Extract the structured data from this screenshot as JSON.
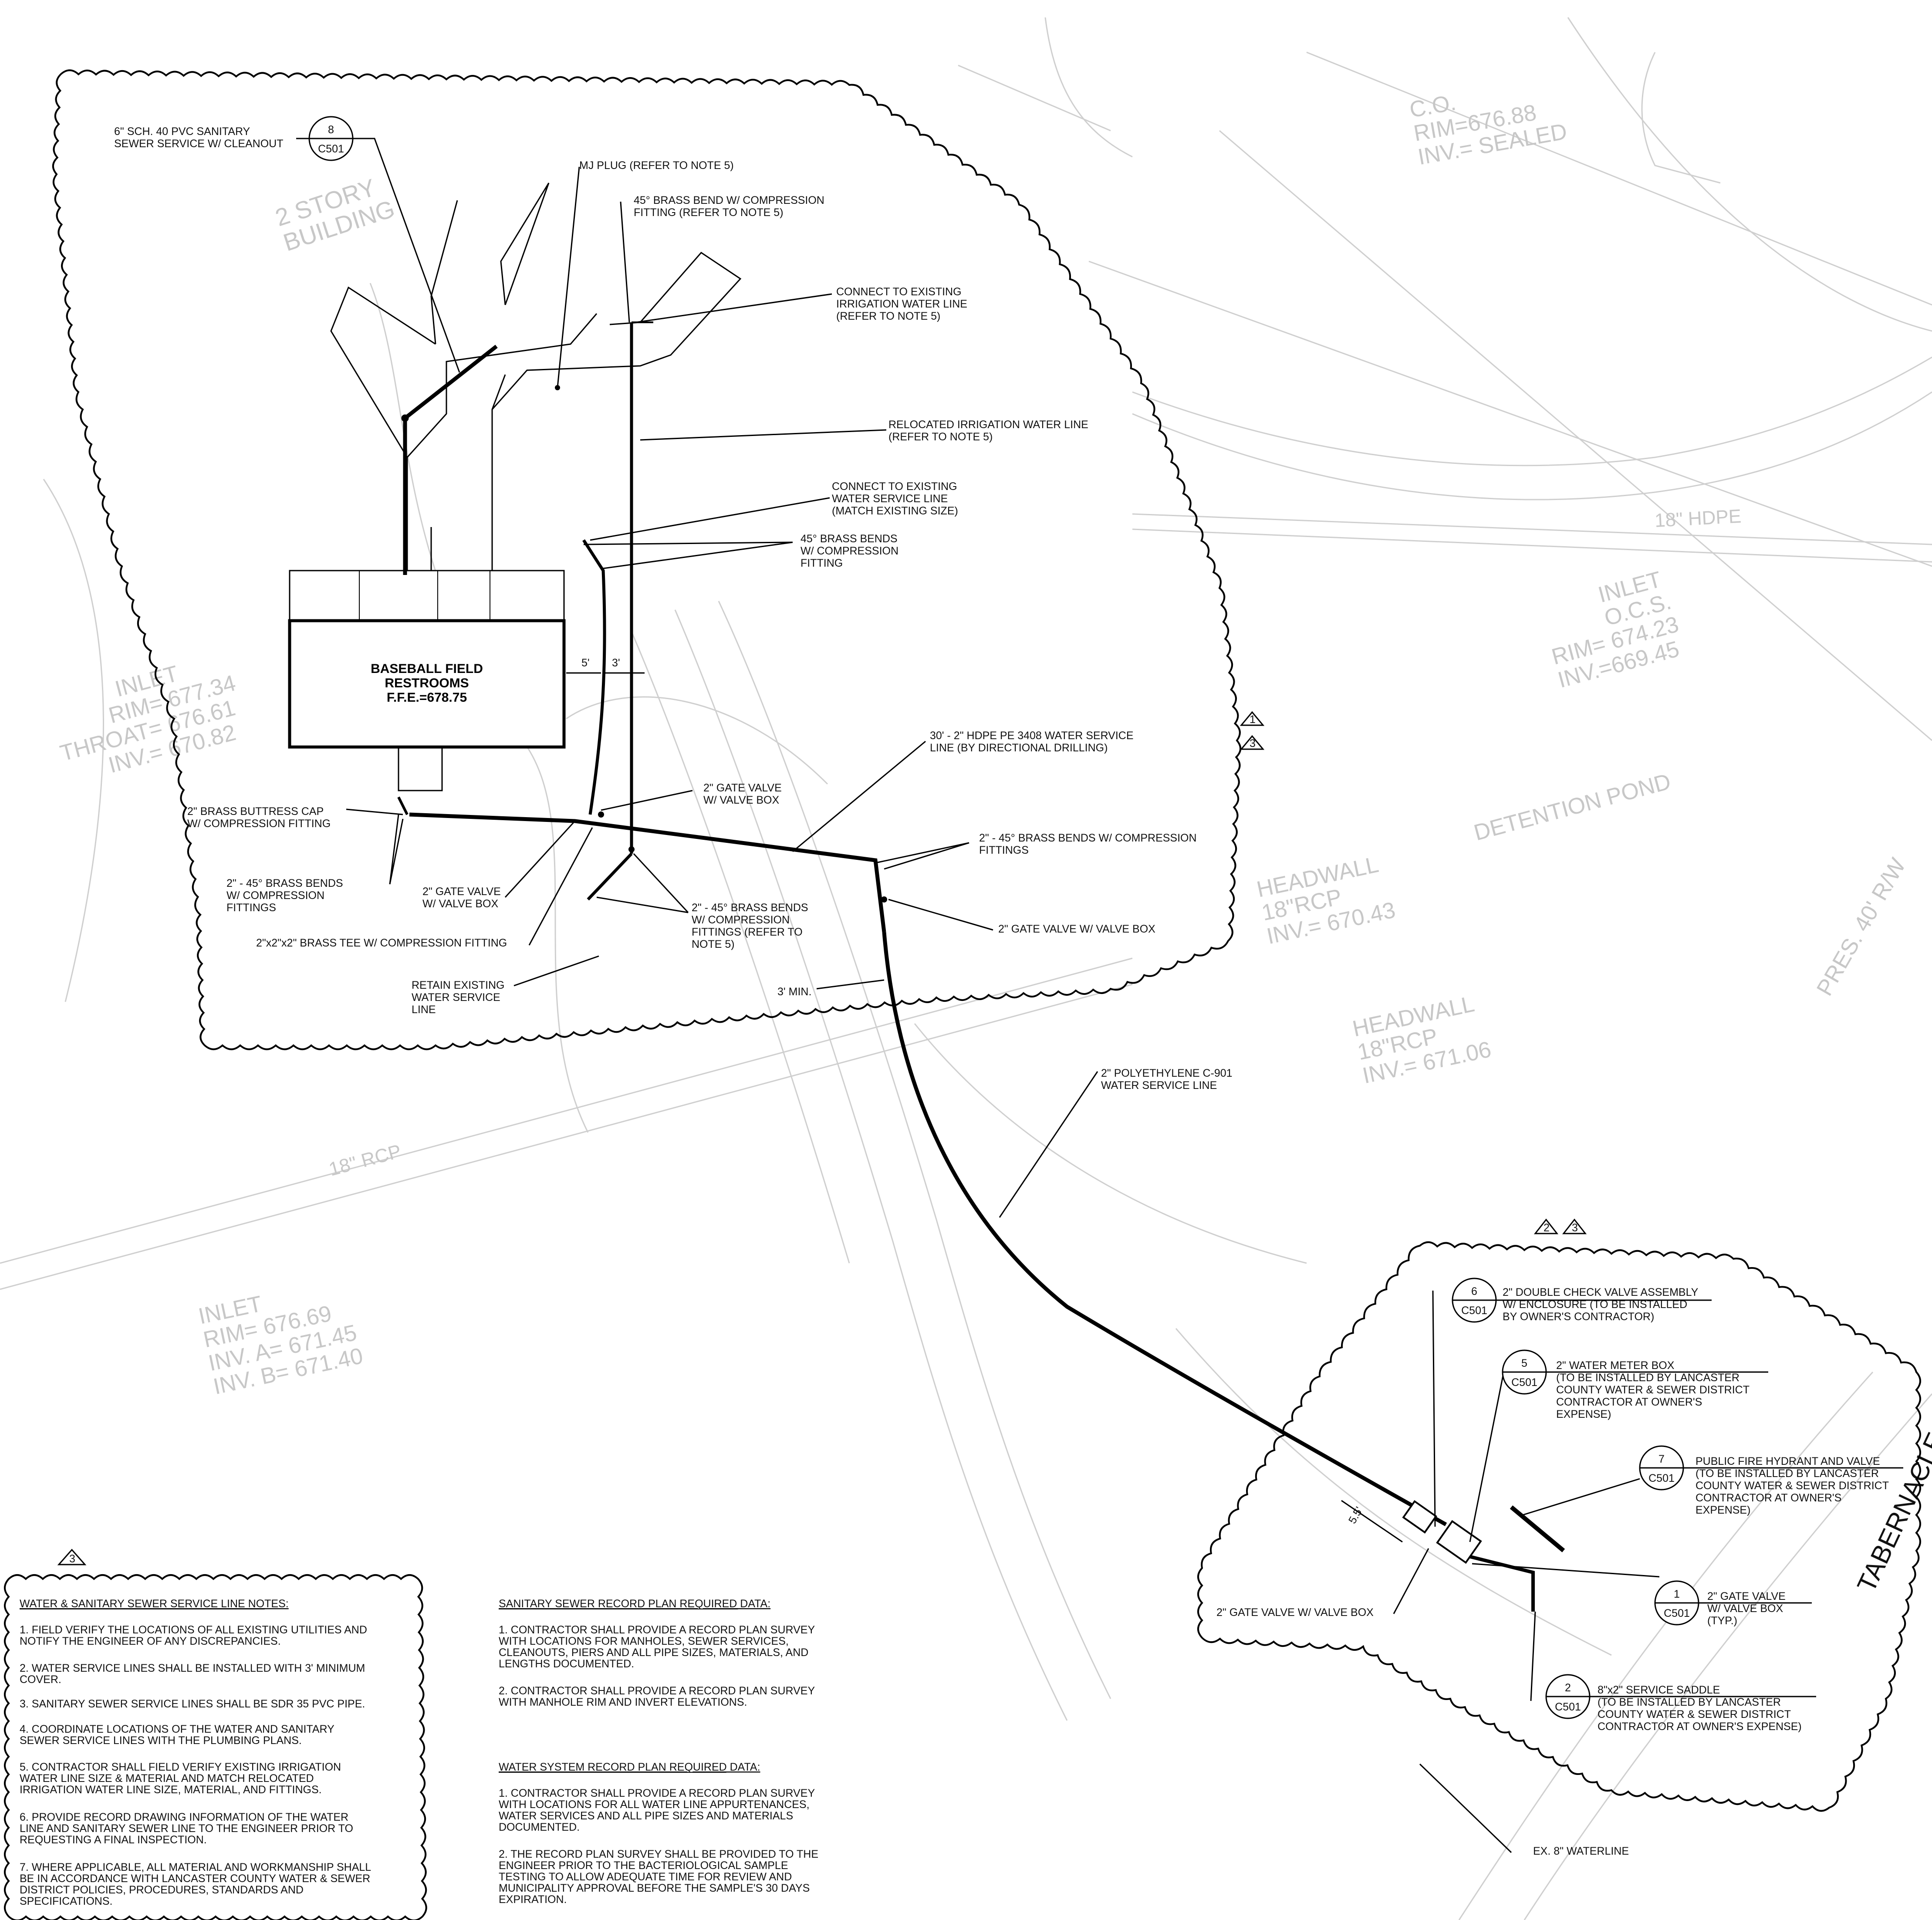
{
  "building": {
    "name": "BASEBALL FIELD",
    "name2": "RESTROOMS",
    "ffe": "F.F.E.=678.75"
  },
  "dimensions": {
    "d1": "5'",
    "d2": "3'",
    "min_cover": "3' MIN.",
    "offset": "5.5'"
  },
  "revision_marks": {
    "r1": "1",
    "r2": "2",
    "r3": "3"
  },
  "callouts": {
    "sewer_service": [
      "6\" SCH. 40 PVC SANITARY",
      "SEWER SERVICE W/ CLEANOUT"
    ],
    "mj_plug": [
      "MJ PLUG (REFER TO NOTE 5)"
    ],
    "brass_bend_comp": [
      "45° BRASS BEND W/ COMPRESSION",
      "FITTING (REFER TO NOTE 5)"
    ],
    "connect_irrigation": [
      "CONNECT TO EXISTING",
      "IRRIGATION WATER LINE",
      "(REFER TO NOTE 5)"
    ],
    "relocated_irrigation": [
      "RELOCATED IRRIGATION WATER LINE",
      "(REFER TO NOTE 5)"
    ],
    "connect_water": [
      "CONNECT TO EXISTING",
      "WATER SERVICE LINE",
      "(MATCH EXISTING SIZE)"
    ],
    "brass_bends_45": [
      "45° BRASS BENDS",
      "W/ COMPRESSION",
      "FITTING"
    ],
    "hdpe_line": [
      "30' - 2\" HDPE PE 3408 WATER SERVICE",
      "LINE (BY DIRECTIONAL DRILLING)"
    ],
    "gate_valve_box_a": [
      "2\" GATE VALVE",
      "W/ VALVE BOX"
    ],
    "buttress_cap": [
      "2\" BRASS BUTTRESS CAP",
      "W/ COMPRESSION FITTING"
    ],
    "bends_left": [
      "2\" - 45° BRASS BENDS",
      "W/ COMPRESSION",
      "FITTINGS"
    ],
    "gate_valve_box_b": [
      "2\" GATE VALVE",
      "W/ VALVE BOX"
    ],
    "brass_tee": [
      "2\"x2\"x2\" BRASS TEE W/ COMPRESSION FITTING"
    ],
    "bends_note5": [
      "2\" - 45° BRASS BENDS",
      "W/ COMPRESSION",
      "FITTINGS (REFER TO",
      "NOTE 5)"
    ],
    "bends_right": [
      "2\" - 45° BRASS BENDS W/ COMPRESSION",
      "FITTINGS"
    ],
    "gate_valve_right": [
      "2\" GATE VALVE W/ VALVE BOX"
    ],
    "retain_existing": [
      "RETAIN EXISTING",
      "WATER SERVICE",
      "LINE"
    ],
    "polyethylene": [
      "2\" POLYETHYLENE C-901",
      "WATER SERVICE LINE"
    ],
    "double_check": [
      "2\" DOUBLE CHECK VALVE ASSEMBLY",
      "W/ ENCLOSURE (TO BE INSTALLED",
      "BY OWNER'S CONTRACTOR)"
    ],
    "water_meter": [
      "2\" WATER METER BOX",
      "(TO BE INSTALLED BY LANCASTER",
      "COUNTY WATER & SEWER DISTRICT",
      "CONTRACTOR AT OWNER'S",
      "EXPENSE)"
    ],
    "fire_hydrant": [
      "PUBLIC FIRE HYDRANT AND VALVE",
      "(TO BE INSTALLED BY LANCASTER",
      "COUNTY WATER & SEWER DISTRICT",
      "CONTRACTOR AT OWNER'S",
      "EXPENSE)"
    ],
    "gate_valve_typ": [
      "2\" GATE VALVE",
      "W/ VALVE BOX",
      "(TYP.)"
    ],
    "service_saddle": [
      "8\"x2\" SERVICE SADDLE",
      "(TO BE INSTALLED BY LANCASTER",
      "COUNTY WATER & SEWER DISTRICT",
      "CONTRACTOR AT OWNER'S EXPENSE)"
    ],
    "gate_valve_bottom": [
      "2\" GATE VALVE W/ VALVE BOX"
    ],
    "ex_waterline": [
      "EX. 8\" WATERLINE"
    ]
  },
  "detail_tags": {
    "sheet": "C501",
    "t8": "8",
    "t6": "6",
    "t5": "5",
    "t7": "7",
    "t1": "1",
    "t2": "2"
  },
  "background_labels": {
    "story_building": [
      "2 STORY",
      "BUILDING"
    ],
    "co": [
      "C.O.",
      "RIM=676.88",
      "INV.= SEALED"
    ],
    "inlet_ocs": [
      "INLET",
      "O.C.S.",
      "RIM= 674.23",
      "INV.=669.45"
    ],
    "detention_pond": "DETENTION POND",
    "headwall_1": [
      "HEADWALL",
      "18\"RCP",
      "INV.= 670.43"
    ],
    "headwall_2": [
      "HEADWALL",
      "18\"RCP",
      "INV.= 671.06"
    ],
    "inlet_left": [
      "INLET",
      "RIM= 677.34",
      "THROAT= 676.61",
      "INV.= 670.82"
    ],
    "inlet_bottom": [
      "INLET",
      "RIM= 676.69",
      "INV. A= 671.45",
      "INV. B= 671.40"
    ],
    "hdpe_18": "18\" HDPE",
    "rcp_18": "18\" RCP",
    "pres_rw": "PRES. 40' R/W",
    "tabernacle": "TABERNACLE"
  },
  "notes": {
    "title": "WATER & SANITARY SEWER SERVICE LINE NOTES:",
    "n1": [
      "1. FIELD VERIFY THE LOCATIONS OF ALL EXISTING UTILITIES AND",
      "NOTIFY THE ENGINEER OF ANY DISCREPANCIES."
    ],
    "n2": [
      "2. WATER SERVICE LINES SHALL BE INSTALLED WITH 3' MINIMUM",
      "COVER."
    ],
    "n3": [
      "3. SANITARY SEWER SERVICE LINES SHALL BE SDR 35 PVC PIPE."
    ],
    "n4": [
      "4. COORDINATE LOCATIONS OF THE WATER AND SANITARY",
      "SEWER SERVICE LINES WITH THE PLUMBING PLANS."
    ],
    "n5": [
      "5. CONTRACTOR SHALL FIELD VERIFY EXISTING IRRIGATION",
      "WATER LINE SIZE & MATERIAL AND MATCH RELOCATED",
      "IRRIGATION WATER LINE SIZE, MATERIAL, AND FITTINGS."
    ],
    "n6": [
      "6. PROVIDE RECORD DRAWING INFORMATION OF THE WATER",
      "LINE AND SANITARY SEWER LINE TO THE ENGINEER PRIOR TO",
      "REQUESTING A FINAL INSPECTION."
    ],
    "n7": [
      "7. WHERE APPLICABLE, ALL MATERIAL AND WORKMANSHIP SHALL",
      "BE IN ACCORDANCE WITH LANCASTER COUNTY WATER & SEWER",
      "DISTRICT POLICIES, PROCEDURES, STANDARDS AND",
      "SPECIFICATIONS."
    ]
  },
  "sewer_record": {
    "title": "SANITARY SEWER RECORD PLAN REQUIRED DATA:",
    "n1": [
      "1. CONTRACTOR SHALL PROVIDE A RECORD PLAN SURVEY",
      "WITH LOCATIONS FOR MANHOLES, SEWER SERVICES,",
      "CLEANOUTS, PIERS AND ALL PIPE SIZES, MATERIALS, AND",
      "LENGTHS DOCUMENTED."
    ],
    "n2": [
      "2. CONTRACTOR SHALL PROVIDE A RECORD PLAN SURVEY",
      "WITH MANHOLE RIM AND INVERT ELEVATIONS."
    ]
  },
  "water_record": {
    "title": "WATER SYSTEM RECORD PLAN REQUIRED DATA:",
    "n1": [
      "1. CONTRACTOR SHALL PROVIDE A RECORD PLAN SURVEY",
      "WITH LOCATIONS FOR ALL WATER LINE APPURTENANCES,",
      "WATER SERVICES AND ALL PIPE SIZES AND MATERIALS",
      "DOCUMENTED."
    ],
    "n2": [
      "2. THE RECORD PLAN SURVEY SHALL BE PROVIDED TO THE",
      "ENGINEER PRIOR TO THE BACTERIOLOGICAL SAMPLE",
      "TESTING TO ALLOW ADEQUATE TIME FOR REVIEW AND",
      "MUNICIPALITY APPROVAL BEFORE THE SAMPLE'S 30 DAYS",
      "EXPIRATION."
    ]
  }
}
